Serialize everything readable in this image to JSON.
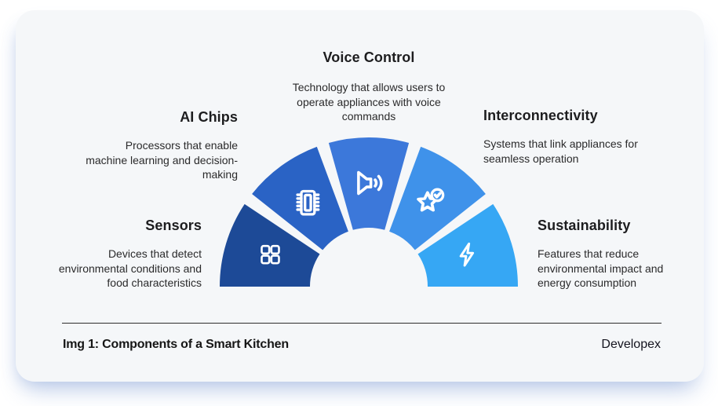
{
  "page": {
    "background": "#ffffff"
  },
  "card": {
    "background": "#f5f7f9"
  },
  "segments": [
    {
      "id": "sensors",
      "title": "Sensors",
      "description": "Devices that detect environmental conditions and food characteristics",
      "color": "#1d4a97",
      "icon": "grid-icon"
    },
    {
      "id": "ai-chips",
      "title": "AI Chips",
      "description": "Processors that enable machine learning and decision-making",
      "color": "#2a63c5",
      "icon": "chip-icon"
    },
    {
      "id": "voice-control",
      "title": "Voice Control",
      "description": "Technology that allows users to operate appliances with voice commands",
      "color": "#3c78da",
      "icon": "speaker-icon"
    },
    {
      "id": "interconnectivity",
      "title": "Interconnectivity",
      "description": "Systems that link appliances for seamless operation",
      "color": "#3f92ea",
      "icon": "star-check-icon"
    },
    {
      "id": "sustainability",
      "title": "Sustainability",
      "description": "Features that reduce environmental impact and energy consumption",
      "color": "#36a7f4",
      "icon": "bolt-icon"
    }
  ],
  "footer": {
    "caption": "Img 1: Components of a Smart Kitchen",
    "brand": "Developex"
  }
}
